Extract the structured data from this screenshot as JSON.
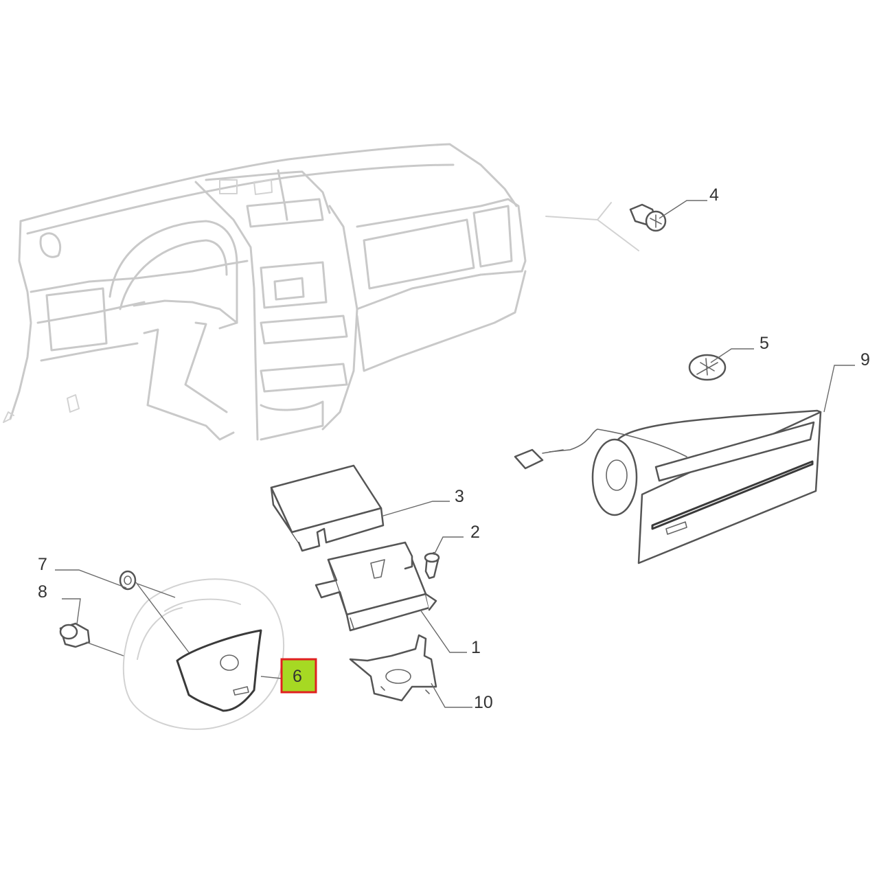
{
  "highlight": {
    "fill": "#a6d923",
    "border": "#e02020"
  },
  "callouts": [
    {
      "id": "1",
      "label": "1"
    },
    {
      "id": "2",
      "label": "2"
    },
    {
      "id": "3",
      "label": "3"
    },
    {
      "id": "4",
      "label": "4"
    },
    {
      "id": "5",
      "label": "5"
    },
    {
      "id": "6",
      "label": "6",
      "highlighted": true
    },
    {
      "id": "7",
      "label": "7"
    },
    {
      "id": "8",
      "label": "8"
    },
    {
      "id": "9",
      "label": "9"
    },
    {
      "id": "10",
      "label": "10"
    }
  ]
}
